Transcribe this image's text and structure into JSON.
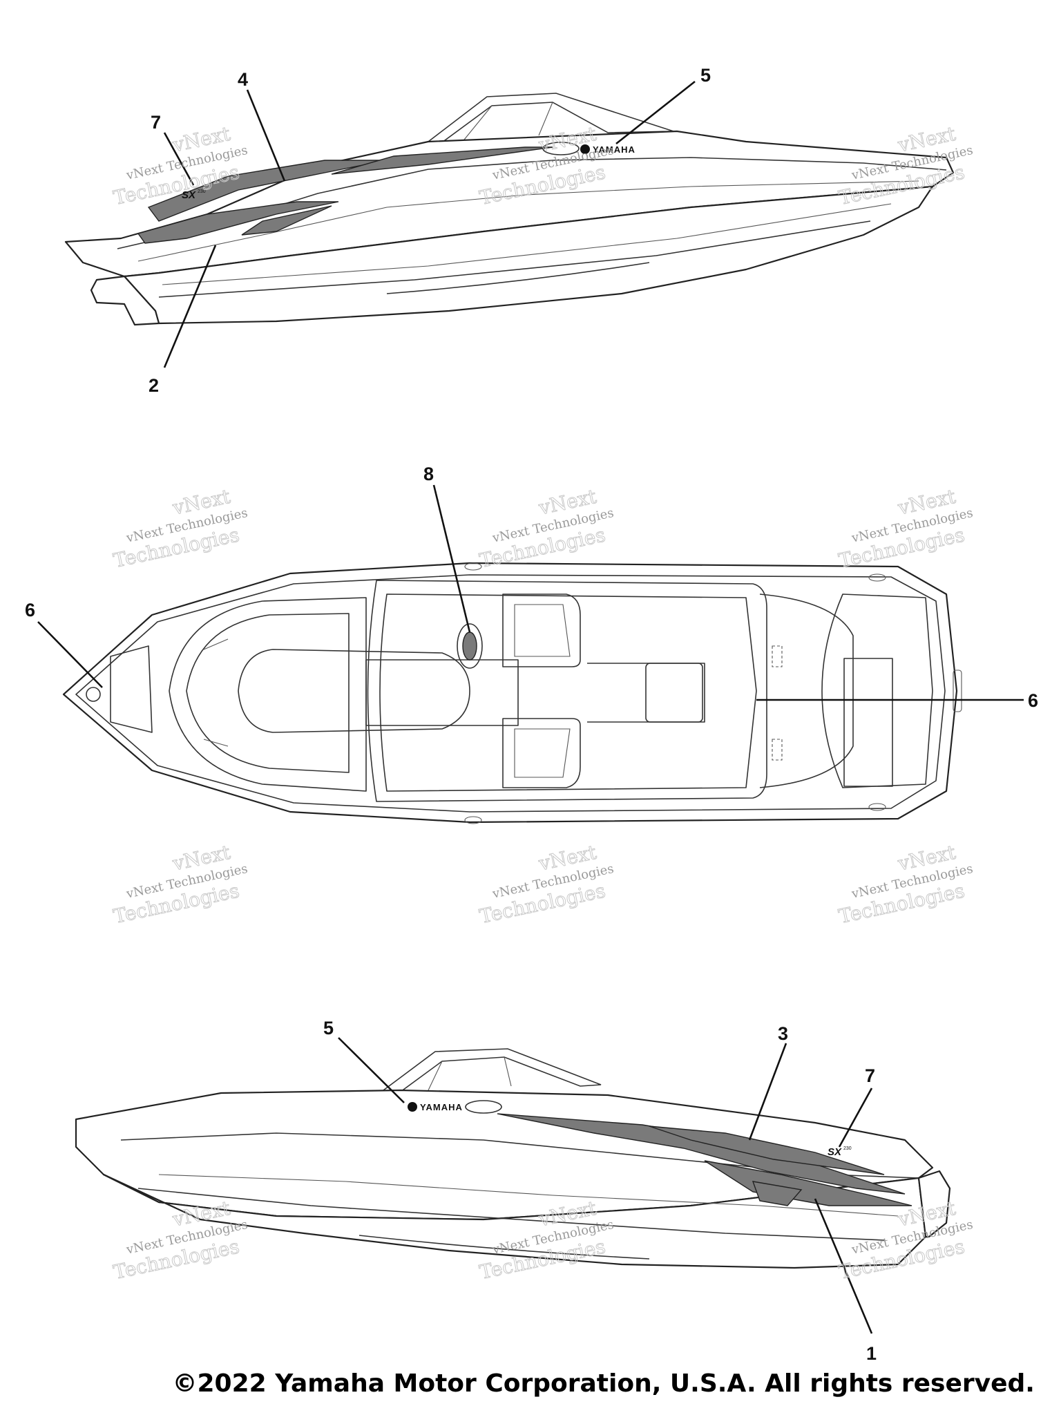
{
  "callouts": {
    "v1_c7": "7",
    "v1_c4": "4",
    "v1_c5": "5",
    "v1_c2": "2",
    "v2_c8": "8",
    "v2_c6_left": "6",
    "v2_c6_right": "6",
    "v3_c5": "5",
    "v3_c3": "3",
    "v3_c7": "7",
    "v3_c1": "1"
  },
  "decals": {
    "brand_logo": "YAMAHA",
    "model_badge": "SX",
    "model_badge_sub": "230"
  },
  "watermark": {
    "line1": "vNext Technologies",
    "word_top": "vNext",
    "word_bottom": "Technologies"
  },
  "footer": {
    "copyright": "©2022 Yamaha Motor Corporation, U.S.A. All rights reserved."
  },
  "colors": {
    "decal_fill": "#7a7a7a",
    "line": "#222222",
    "watermark": "#9a9a9a"
  }
}
